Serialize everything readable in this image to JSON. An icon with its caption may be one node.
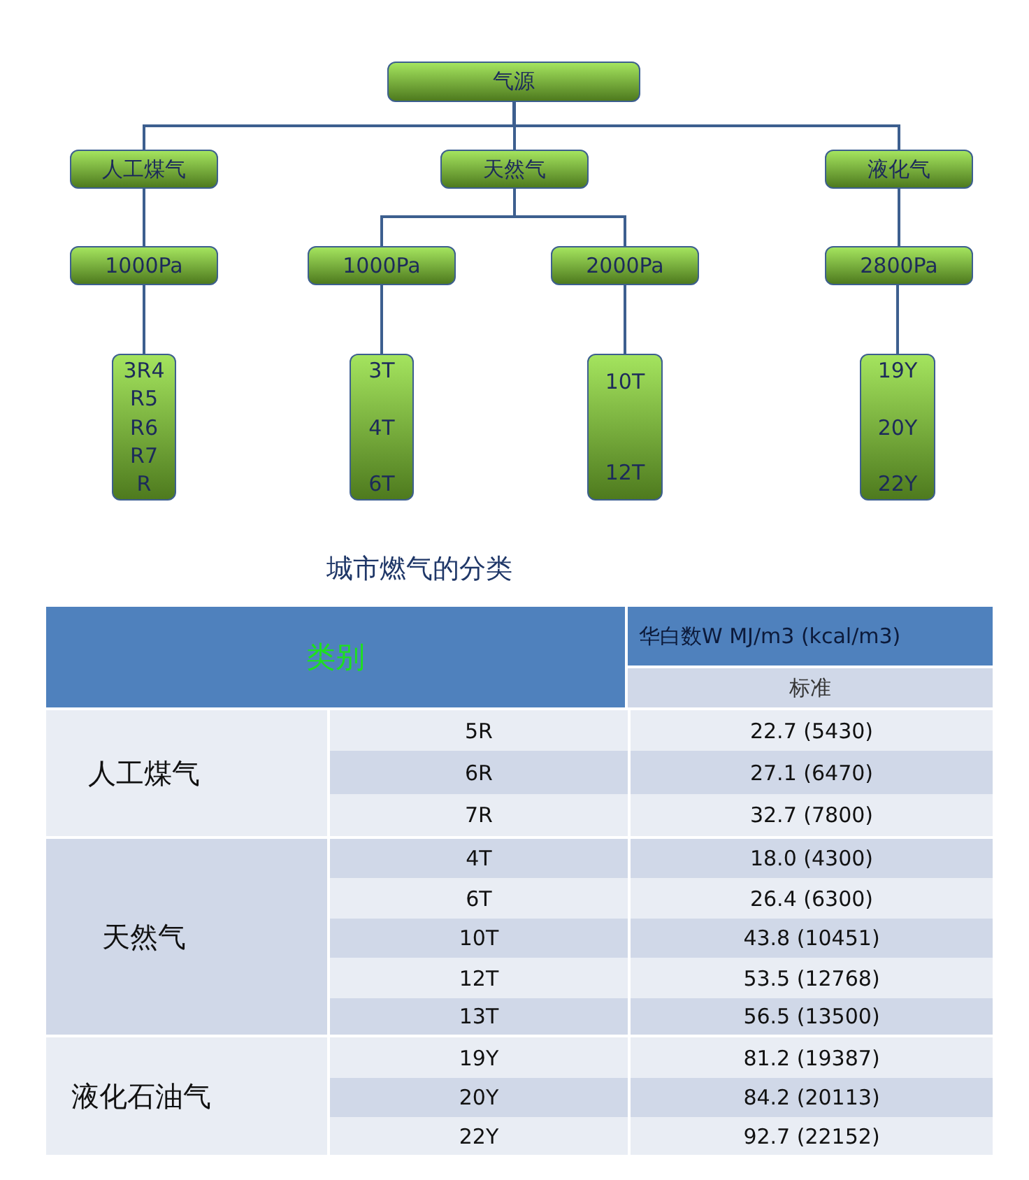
{
  "diagram": {
    "caption": "城市燃气的分类",
    "nodes": [
      {
        "text": [
          "气源"
        ]
      },
      {
        "text": [
          "人工煤气"
        ]
      },
      {
        "text": [
          "天然气"
        ]
      },
      {
        "text": [
          "液化气"
        ]
      },
      {
        "text": [
          "1000Pa"
        ]
      },
      {
        "text": [
          "1000Pa"
        ]
      },
      {
        "text": [
          "2000Pa"
        ]
      },
      {
        "text": [
          "2800Pa"
        ]
      },
      {
        "text": [
          "3R4",
          "R5",
          "R6",
          "R7",
          "R"
        ]
      },
      {
        "text": [
          "3T",
          "4T",
          "6T"
        ]
      },
      {
        "text": [
          "10T",
          "12T"
        ]
      },
      {
        "text": [
          "19Y",
          "20Y",
          "22Y"
        ]
      }
    ],
    "edges": [
      {
        "from": 0,
        "to": 1,
        "arrow": "none"
      },
      {
        "from": 0,
        "to": 2,
        "arrow": "none"
      },
      {
        "from": 0,
        "to": 3,
        "arrow": "none"
      },
      {
        "from": 1,
        "to": 4,
        "arrow": "none"
      },
      {
        "from": 2,
        "to": 5,
        "arrow": "none"
      },
      {
        "from": 2,
        "to": 6,
        "arrow": "none"
      },
      {
        "from": 3,
        "to": 7,
        "arrow": "none"
      },
      {
        "from": 4,
        "to": 8,
        "arrow": "none"
      },
      {
        "from": 5,
        "to": 9,
        "arrow": "none"
      },
      {
        "from": 6,
        "to": 10,
        "arrow": "none"
      },
      {
        "from": 7,
        "to": 11,
        "arrow": "none"
      }
    ],
    "labels": [
      "类别",
      "华白数W  MJ/m3 (kcal/m3)",
      "标准",
      "人工煤气",
      "5R",
      "22.7 (5430)",
      "6R",
      "27.1 (6470)",
      "7R",
      "32.7 (7800)",
      "天然气",
      "4T",
      "18.0 (4300)",
      "6T",
      "26.4 (6300)",
      "10T",
      "43.8 (10451)",
      "12T",
      "53.5 (12768)",
      "13T",
      "56.5 (13500)",
      "液化石油气",
      "19Y",
      "81.2 (19387)",
      "20Y",
      "84.2 (20113)",
      "22Y",
      "92.7 (22152)"
    ]
  }
}
